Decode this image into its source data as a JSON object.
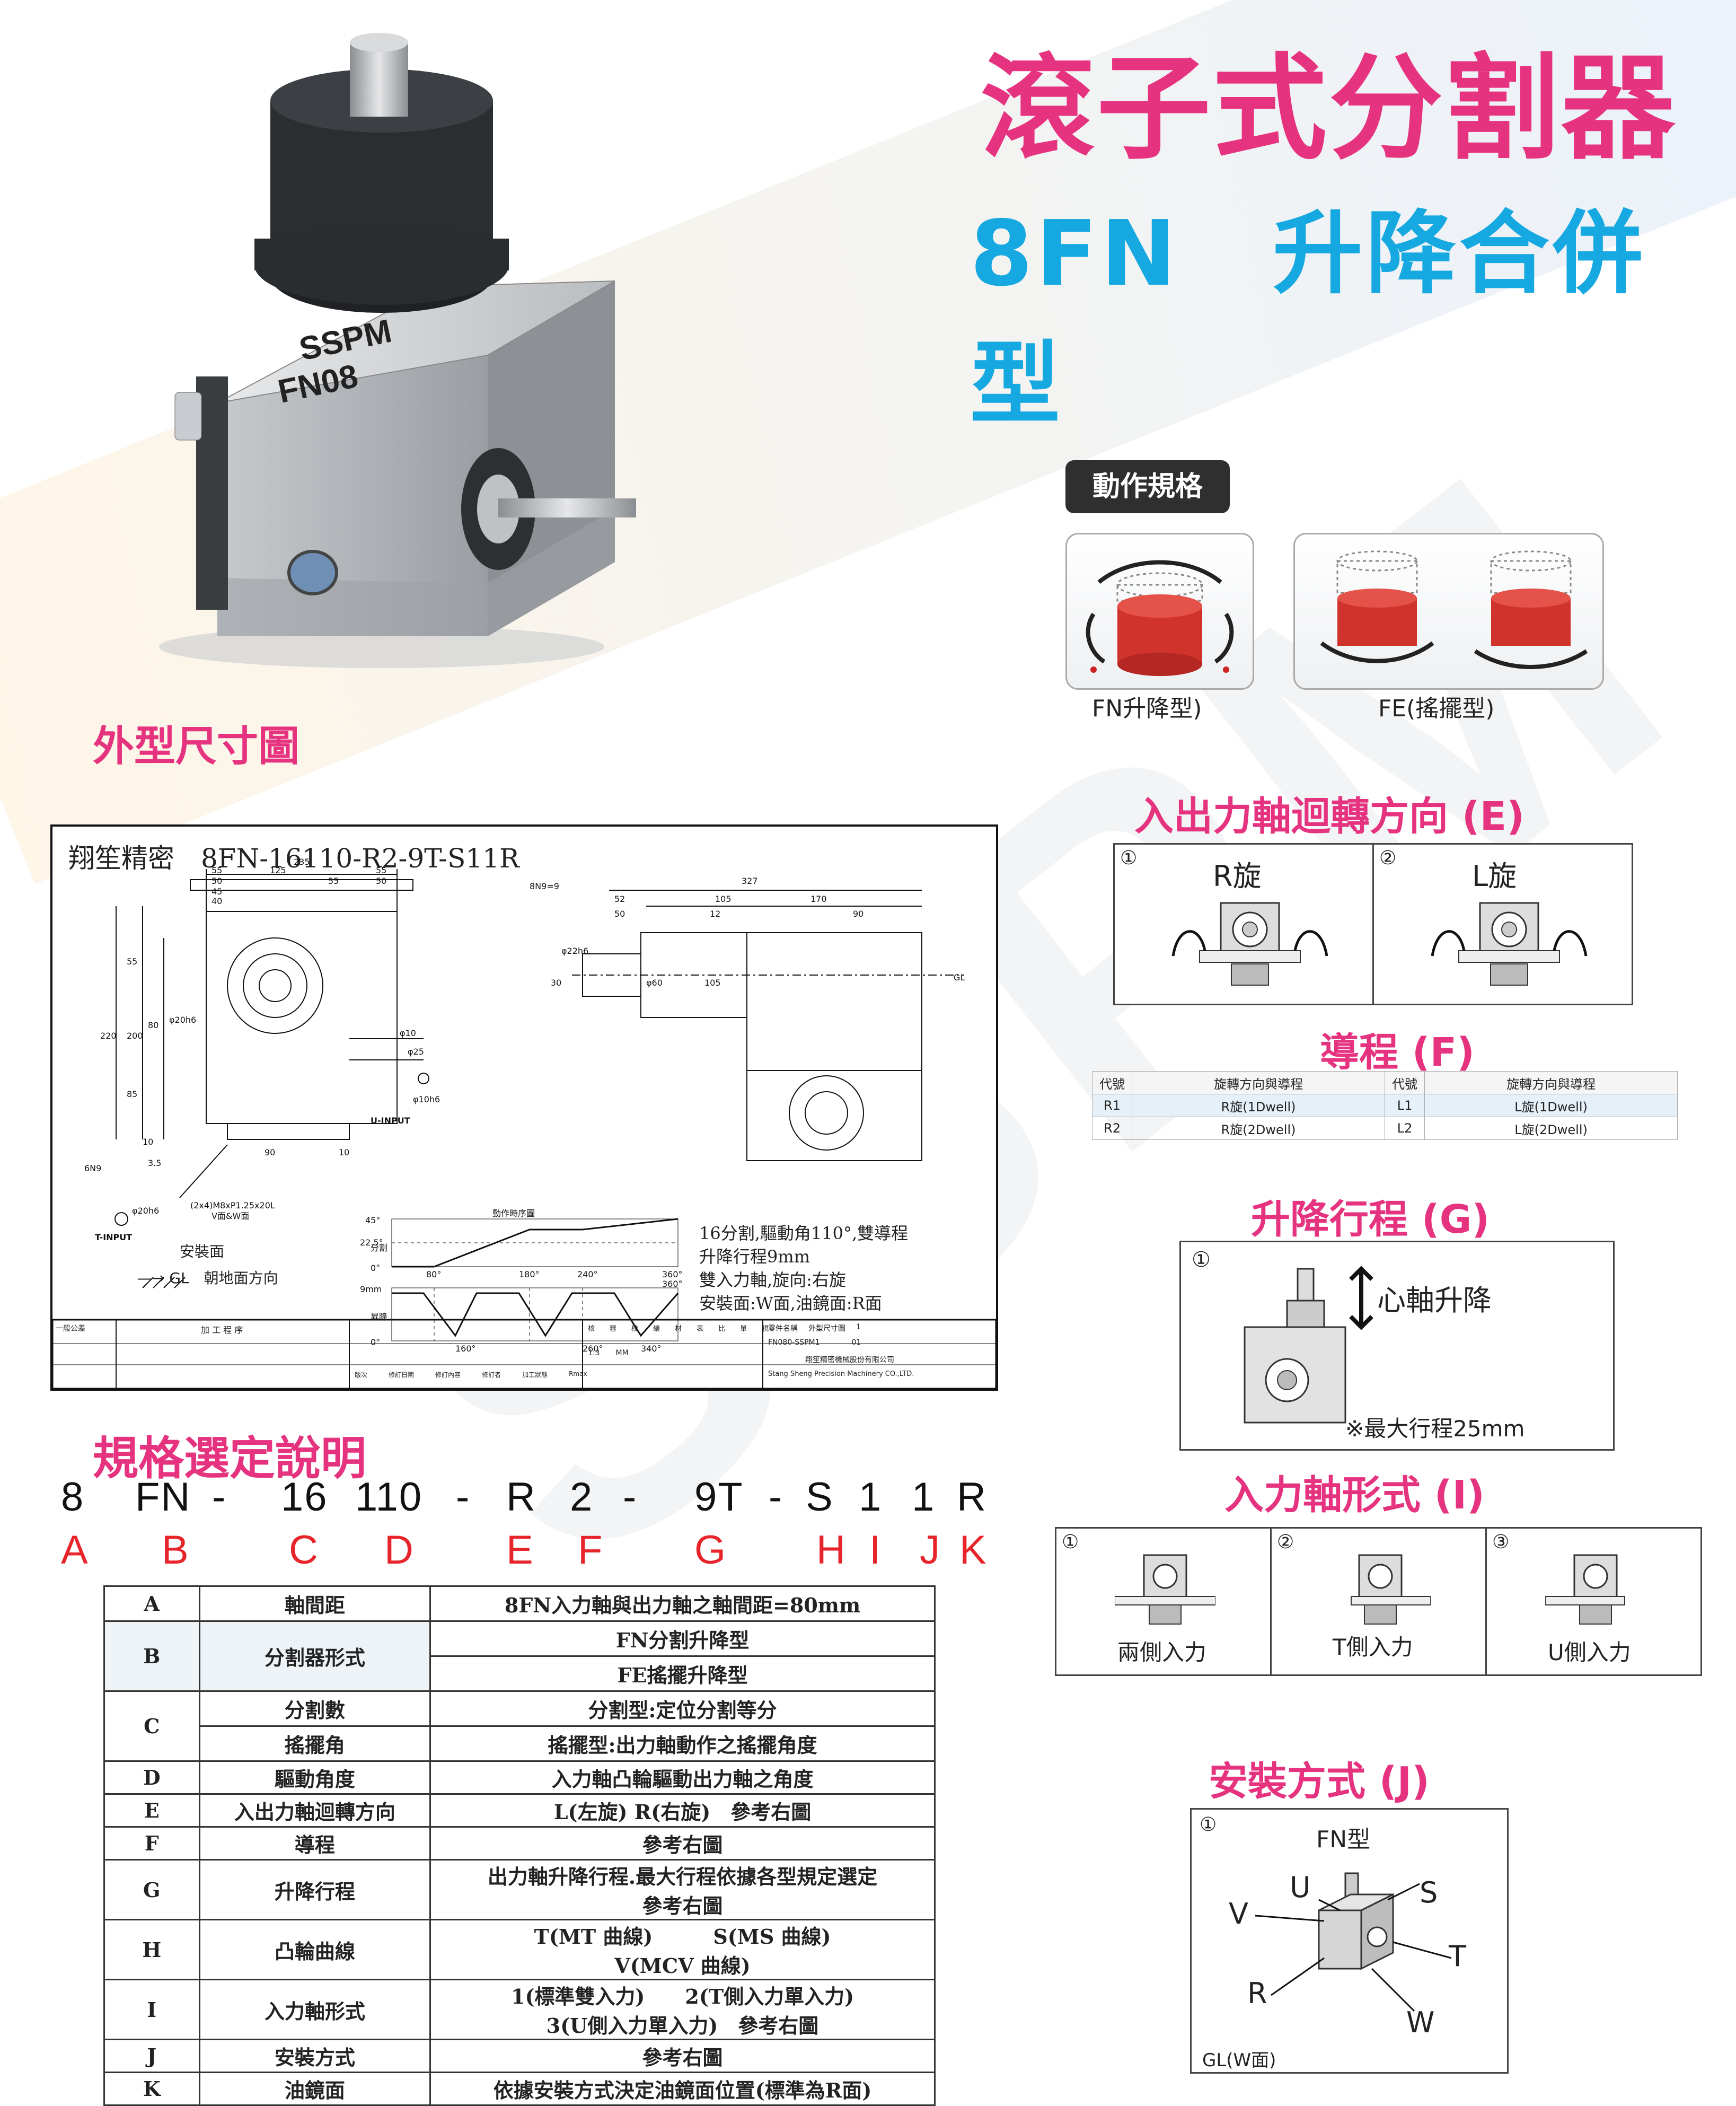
{
  "header": {
    "title": "滾子式分割器",
    "subtitle": "8FN　升降合併型",
    "watermark": "SSPM"
  },
  "product_image": {
    "label_line1": "SSPM",
    "label_line2": "FN08"
  },
  "motion_spec": {
    "badge": "動作規格",
    "fn_label": "FN升降型)",
    "fe_label": "FE(搖擺型)"
  },
  "outline_title": "外型尺寸圖",
  "drawing": {
    "title": "翔笙精密　8FN-16110-R2-9T-S11R",
    "dims_top": [
      "235",
      "55",
      "125",
      "55",
      "50",
      "55",
      "50",
      "45",
      "40"
    ],
    "dims_left": [
      "220",
      "200",
      "80",
      "55",
      "85",
      "10",
      "3.5"
    ],
    "dims_side": [
      "327",
      "52",
      "105",
      "170",
      "50",
      "12",
      "90",
      "8N9=9",
      "30",
      "φ22h6",
      "φ60",
      "105"
    ],
    "labels": [
      "φ20h6",
      "φ10",
      "φ25",
      "φ10h6",
      "U-INPUT",
      "T-INPUT",
      "(2x4)M8xP1.25x20L",
      "V面&W面",
      "6N9",
      "φ20h6",
      "90",
      "10",
      "GL"
    ],
    "chart_labels": {
      "top_title": "動作時序圖",
      "angle_axis": "分割",
      "angle_45": "45°",
      "angle_22": "22.5°",
      "angle_0": "0°",
      "lift_axis": "昇降",
      "lift_9": "9mm",
      "lift_0": "0°",
      "x_80": "80°",
      "x_180": "180°",
      "x_240": "240°",
      "x_360": "360°",
      "x_360b": "360°",
      "x_160": "160°",
      "x_260": "260°",
      "x_340": "340°"
    },
    "legend_mount": "安裝面",
    "legend_gl": "—→ GL　朝地面方向",
    "notes": [
      "16分割,驅動角110°,雙導程",
      "升降行程9mm",
      "雙入力軸,旋向:右旋",
      "安裝面:W面,油鏡面:R面"
    ],
    "titleblock": {
      "left_header": "一般公差",
      "process": "加 工 程 序",
      "col_labels": [
        "核",
        "審",
        "校",
        "繪",
        "材",
        "表",
        "比",
        "單",
        "視"
      ],
      "revise": [
        "版次",
        "修訂日期",
        "修訂內容",
        "修訂者",
        "加工狀態",
        "Rmax"
      ],
      "part_no_label": "零件名稱",
      "part_no": "FN080-SSPM1",
      "outline_label": "外型尺寸圖",
      "sheet": "1",
      "rev": "01",
      "scale": "1:3",
      "unit": "MM",
      "company_cn": "翔笙精密機械股份有限公司",
      "company_en": "Stang Sheng Precision Machinery CO.,LTD."
    }
  },
  "spec_title": "規格選定說明",
  "code": {
    "parts": [
      "8",
      "FN",
      "-",
      "16",
      "110",
      "-",
      "R",
      "2",
      "-",
      "9T",
      "-",
      "S",
      "1",
      "1",
      "R"
    ],
    "letters": [
      "A",
      "B",
      "C",
      "D",
      "E",
      "F",
      "G",
      "H",
      "I",
      "J",
      "K"
    ]
  },
  "spec_table": [
    {
      "key": "A",
      "name": "軸間距",
      "desc": "8FN入力軸與出力軸之軸間距=80mm"
    },
    {
      "key": "B",
      "name": "分割器形式",
      "desc": "FN分割升降型",
      "desc2": "FE搖擺升降型"
    },
    {
      "key": "C",
      "name": "分割數",
      "desc": "分割型:定位分割等分",
      "name2": "搖擺角",
      "desc2": "搖擺型:出力軸動作之搖擺角度"
    },
    {
      "key": "D",
      "name": "驅動角度",
      "desc": "入力軸凸輪驅動出力軸之角度"
    },
    {
      "key": "E",
      "name": "入出力軸迴轉方向",
      "desc": "L(左旋) R(右旋)　參考右圖"
    },
    {
      "key": "F",
      "name": "導程",
      "desc": "參考右圖"
    },
    {
      "key": "G",
      "name": "升降行程",
      "desc": "出力軸升降行程.最大行程依據各型規定選定",
      "desc2": "參考右圖"
    },
    {
      "key": "H",
      "name": "凸輪曲線",
      "desc": "T(MT 曲線)　　　S(MS 曲線)",
      "desc2": "V(MCV 曲線)"
    },
    {
      "key": "I",
      "name": "入力軸形式",
      "desc": "1(標準雙入力)　　2(T側入力單入力)",
      "desc2": "3(U側入力單入力)　參考右圖"
    },
    {
      "key": "J",
      "name": "安裝方式",
      "desc": "參考右圖"
    },
    {
      "key": "K",
      "name": "油鏡面",
      "desc": "依據安裝方式決定油鏡面位置(標準為R面)"
    }
  ],
  "rotation": {
    "title": "入出力軸迴轉方向 (E)",
    "p1_num": "①",
    "p1_label": "R旋",
    "p2_num": "②",
    "p2_label": "L旋"
  },
  "lead": {
    "title": "導程 (F)",
    "headers": [
      "代號",
      "旋轉方向與導程",
      "代號",
      "旋轉方向與導程"
    ],
    "rows": [
      [
        "R1",
        "R旋(1Dwell)",
        "L1",
        "L旋(1Dwell)"
      ],
      [
        "R2",
        "R旋(2Dwell)",
        "L2",
        "L旋(2Dwell)"
      ]
    ]
  },
  "stroke": {
    "title": "升降行程 (G)",
    "num": "①",
    "label": "心軸升降",
    "note": "※最大行程25mm"
  },
  "input_shaft": {
    "title": "入力軸形式 (I)",
    "items": [
      {
        "num": "①",
        "label": "兩側入力"
      },
      {
        "num": "②",
        "label": "T側入力"
      },
      {
        "num": "③",
        "label": "U側入力"
      }
    ]
  },
  "mounting": {
    "title": "安裝方式 (J)",
    "num": "①",
    "type": "FN型",
    "faces": [
      "V",
      "U",
      "S",
      "T",
      "R",
      "W"
    ],
    "gl": "GL(W面)"
  },
  "colors": {
    "pink": "#e6337f",
    "blue": "#16a8e0",
    "red": "#e6242a"
  }
}
